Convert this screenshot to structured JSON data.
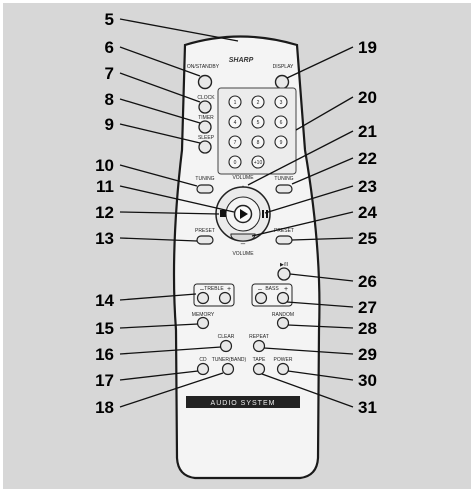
{
  "brand": "SHARP",
  "footer_label": "AUDIO SYSTEM",
  "button_labels": {
    "on_standby": "ON/STANDBY",
    "clock": "CLOCK",
    "timer": "TIMER",
    "sleep": "SLEEP",
    "display": "DISPLAY",
    "tuning_left": "TUNING",
    "tuning_right": "TUNING",
    "volume_top": "VOLUME",
    "volume_bottom": "VOLUME",
    "preset_left": "PRESET",
    "preset_right": "PRESET",
    "play_pause": "▶/II",
    "treble": "TREBLE",
    "bass": "BASS",
    "memory": "MEMORY",
    "clear": "CLEAR",
    "repeat": "REPEAT",
    "random": "RANDOM",
    "cd": "CD",
    "tuner_band": "TUNER(BAND)",
    "tape": "TAPE",
    "power": "POWER"
  },
  "keypad": [
    "1",
    "2",
    "3",
    "4",
    "5",
    "6",
    "7",
    "8",
    "9",
    "0",
    "+10"
  ],
  "callouts_left": [
    "5",
    "6",
    "7",
    "8",
    "9",
    "10",
    "11",
    "12",
    "13",
    "14",
    "15",
    "16",
    "17",
    "18"
  ],
  "callouts_right": [
    "19",
    "20",
    "21",
    "22",
    "23",
    "24",
    "25",
    "26",
    "27",
    "28",
    "29",
    "30",
    "31"
  ]
}
